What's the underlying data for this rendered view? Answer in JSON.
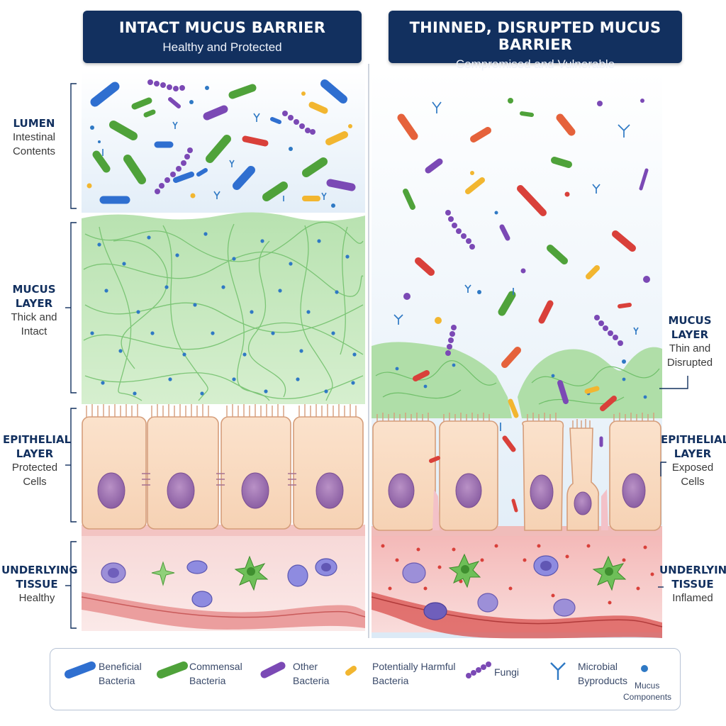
{
  "left_panel": {
    "title": "INTACT MUCUS BARRIER",
    "subtitle": "Healthy and Protected"
  },
  "right_panel": {
    "title": "THINNED, DISRUPTED MUCUS BARRIER",
    "subtitle": "Compromised and Vulnerable"
  },
  "left_labels": {
    "lumen": {
      "h1": "LUMEN",
      "d1": "Intestinal",
      "d2": "Contents"
    },
    "mucus": {
      "h1": "MUCUS",
      "h2": "LAYER",
      "d1": "Thick and",
      "d2": "Intact"
    },
    "epithelial": {
      "h1": "EPITHELIAL",
      "h2": "LAYER",
      "d1": "Protected",
      "d2": "Cells"
    },
    "tissue": {
      "h1": "UNDERLYING",
      "h2": "TISSUE",
      "d1": "Healthy"
    }
  },
  "right_labels": {
    "mucus": {
      "h1": "MUCUS",
      "h2": "LAYER",
      "d1": "Thin and",
      "d2": "Disrupted"
    },
    "epithelial": {
      "h1": "EPITHELIAL",
      "h2": "LAYER",
      "d1": "Exposed",
      "d2": "Cells"
    },
    "tissue": {
      "h1": "UNDERLYING",
      "h2": "TISSUE",
      "d1": "Inflamed"
    }
  },
  "legend": {
    "beneficial": {
      "l1": "Beneficial",
      "l2": "Bacteria"
    },
    "commensal": {
      "l1": "Commensal",
      "l2": "Bacteria"
    },
    "other": {
      "l1": "Other",
      "l2": "Bacteria"
    },
    "harmful": {
      "l1": "Potentially Harmful",
      "l2": "Bacteria"
    },
    "fungi": {
      "l1": "Fungi"
    },
    "byproducts": {
      "l1": "Microbial",
      "l2": "Byproducts"
    },
    "mucus": {
      "l1": "Mucus",
      "l2": "Components"
    }
  },
  "colors": {
    "banner": "#12305f",
    "beneficial": "#2f6fd0",
    "commensal": "#4fa23a",
    "other": "#7b49b5",
    "harmful": "#f2b630",
    "inflamed": "#d9403a",
    "mucus": "#9fd69a"
  }
}
